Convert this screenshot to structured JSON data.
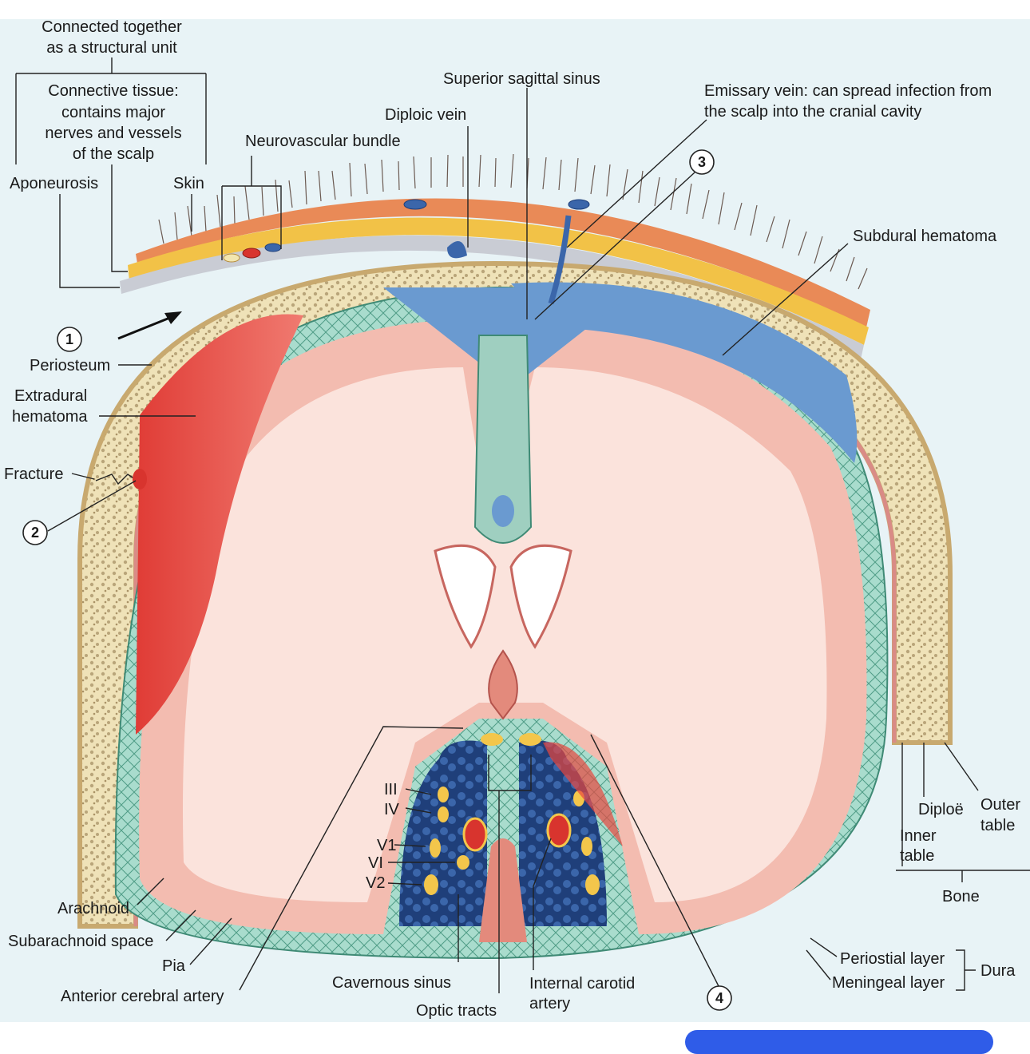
{
  "colors": {
    "background": "#e8f3f6",
    "scalp_skin": "#e98a57",
    "connective": "#f2c247",
    "aponeurosis": "#c9ccd4",
    "bone": "#efe2b8",
    "diploe": "#c8b789",
    "dura": "#d98b86",
    "subdural_hematoma": "#6a9ad0",
    "extradural_hematoma": "#e8473f",
    "arachnoid": "#8fcfbd",
    "brain_grey": "#f3bcb0",
    "brain_white": "#fbe3dc",
    "cavernous_sinus": "#1f3f7a",
    "nerve_yellow": "#f3c64b",
    "accent_blue": "#2f5ce8"
  },
  "labels": {
    "structural_unit": [
      "Connected together",
      "as a structural unit"
    ],
    "connective_tissue": [
      "Connective tissue:",
      "contains major",
      "nerves and vessels",
      "of the scalp"
    ],
    "aponeurosis": "Aponeurosis",
    "skin": "Skin",
    "neurovascular_bundle": "Neurovascular bundle",
    "diploic_vein": "Diploic vein",
    "superior_sagittal_sinus": "Superior sagittal sinus",
    "emissary_vein": [
      "Emissary vein: can spread infection from",
      "the scalp into the cranial cavity"
    ],
    "subdural_hematoma": "Subdural hematoma",
    "periosteum": "Periosteum",
    "extradural_hematoma": [
      "Extradural",
      "hematoma"
    ],
    "fracture": "Fracture",
    "arachnoid": "Arachnoid",
    "subarachnoid_space": "Subarachnoid space",
    "pia": "Pia",
    "anterior_cerebral_artery": "Anterior cerebral artery",
    "cavernous_sinus": "Cavernous sinus",
    "optic_tracts": "Optic tracts",
    "internal_carotid": [
      "Internal carotid",
      "artery"
    ],
    "periostial_layer": "Periostial layer",
    "meningeal_layer": "Meningeal layer",
    "dura": "Dura",
    "diploe": "Diploë",
    "outer_table": [
      "Outer",
      "table"
    ],
    "inner_table": [
      "Inner",
      "table"
    ],
    "bone": "Bone",
    "nerves": [
      "III",
      "IV",
      "V1",
      "VI",
      "V2"
    ]
  },
  "markers": [
    "1",
    "2",
    "3",
    "4"
  ]
}
